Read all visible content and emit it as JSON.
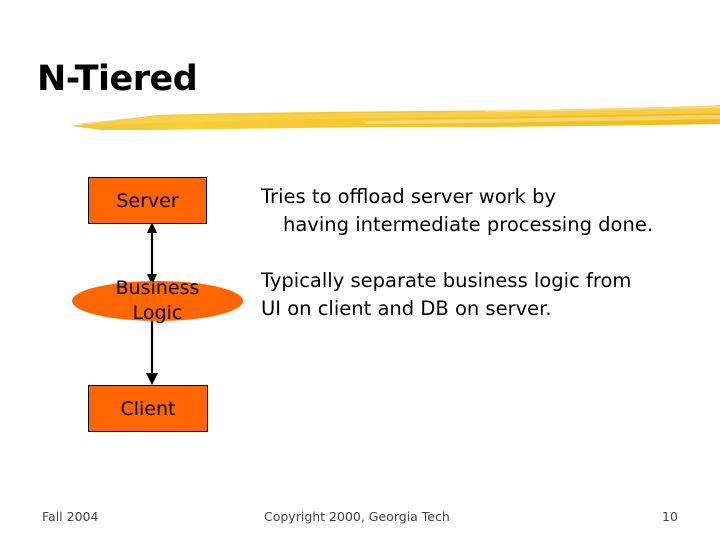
{
  "slide": {
    "title": "N-Tiered",
    "accent_color": "#F5C42A",
    "node_fill_color": "#FF6600",
    "text_color": "#000000",
    "background_color": "#FFFFFF"
  },
  "diagram": {
    "nodes": [
      {
        "id": "server",
        "label": "Server",
        "shape": "rectangle"
      },
      {
        "id": "business",
        "label": "Business\nLogic",
        "shape": "ellipse"
      },
      {
        "id": "client",
        "label": "Client",
        "shape": "rectangle"
      }
    ],
    "connectors": [
      {
        "from": "business",
        "to": "server",
        "style": "double-arrow"
      },
      {
        "from": "business",
        "to": "client",
        "style": "single-arrow-down"
      }
    ]
  },
  "bullets": [
    {
      "line1": "Tries to offload server work by",
      "line2": "having intermediate processing done."
    },
    {
      "line1": "Typically separate business logic from",
      "line2": "UI on client and DB on server."
    }
  ],
  "footer": {
    "term": "Fall 2004",
    "copyright": "Copyright 2000, Georgia Tech",
    "page_number": "10"
  }
}
